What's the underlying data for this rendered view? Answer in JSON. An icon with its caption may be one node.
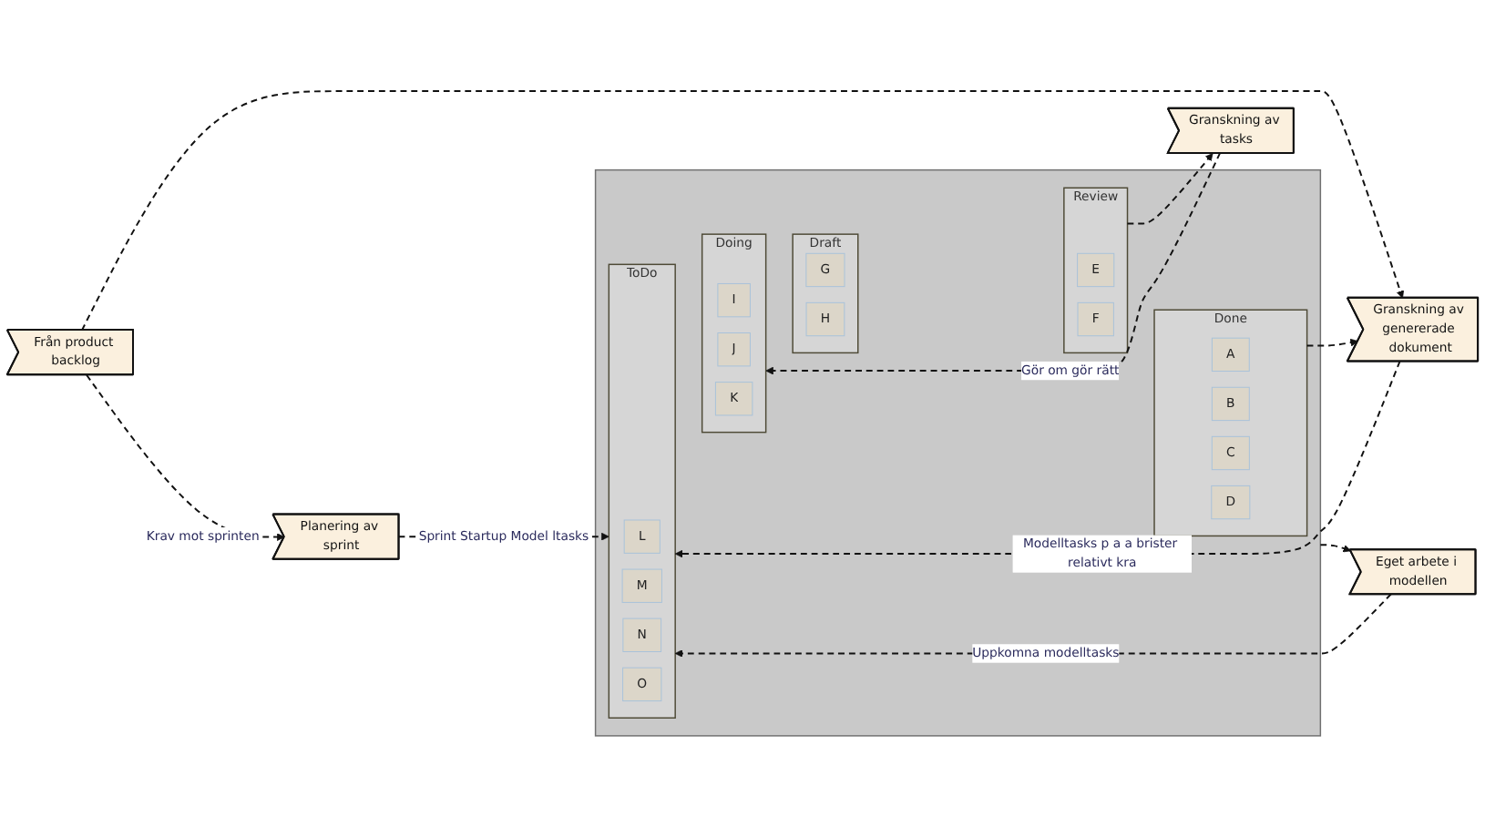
{
  "diagram": {
    "nodes": [
      {
        "text": [
          "Från product backlog"
        ]
      },
      {
        "text": [
          "Planering av sprint"
        ]
      },
      {
        "text": [
          "Granskning av tasks"
        ]
      },
      {
        "text": [],
        "shape": "box"
      },
      {
        "text": [
          "ToDo"
        ],
        "in": 3
      },
      {
        "text": [
          "L"
        ],
        "in": 4
      },
      {
        "text": [
          "M"
        ],
        "in": 4
      },
      {
        "text": [
          "N"
        ],
        "in": 4
      },
      {
        "text": [
          "O"
        ],
        "in": 4
      },
      {
        "text": [
          "Doing"
        ],
        "in": 3
      },
      {
        "text": [
          "I"
        ],
        "in": 9
      },
      {
        "text": [
          "J"
        ],
        "in": 9
      },
      {
        "text": [
          "K"
        ],
        "in": 9
      },
      {
        "text": [
          "Draft"
        ],
        "in": 3
      },
      {
        "text": [
          "G"
        ],
        "in": 13
      },
      {
        "text": [
          "H"
        ],
        "in": 13
      },
      {
        "text": [
          "Review"
        ],
        "in": 3
      },
      {
        "text": [
          "E"
        ],
        "in": 16
      },
      {
        "text": [
          "F"
        ],
        "in": 16
      },
      {
        "text": [
          "Done"
        ],
        "in": 3
      },
      {
        "text": [
          "A"
        ],
        "in": 19
      },
      {
        "text": [
          "B"
        ],
        "in": 19
      },
      {
        "text": [
          "C"
        ],
        "in": 19
      },
      {
        "text": [
          "D"
        ],
        "in": 19
      },
      {
        "text": [
          "Granskning av genererade dokument"
        ]
      },
      {
        "text": [
          "Eget arbete i modellen"
        ]
      }
    ],
    "edges": [
      {
        "from": 0,
        "to": 1,
        "arrow": "to",
        "label": "Krav mot sprinten",
        "style": "dashed"
      },
      {
        "from": 0,
        "to": 24,
        "arrow": "to",
        "style": "dashed"
      },
      {
        "from": 1,
        "to": 4,
        "arrow": "to",
        "label": "Sprint Startup Model ltasks",
        "style": "dashed"
      },
      {
        "from": 2,
        "to": 9,
        "arrow": "to",
        "label": "Gör om gör rätt",
        "style": "dashed"
      },
      {
        "from": 16,
        "to": 2,
        "arrow": "to",
        "style": "dashed"
      },
      {
        "from": 19,
        "to": 24,
        "arrow": "to",
        "style": "dashed"
      },
      {
        "from": 24,
        "to": 4,
        "arrow": "to",
        "label": "Modelltasks p a a brister relativt kra",
        "style": "dashed"
      },
      {
        "from": 3,
        "to": 25,
        "arrow": "to",
        "style": "dashed"
      },
      {
        "from": 25,
        "to": 4,
        "arrow": "to",
        "label": "Uppkomna modelltasks",
        "style": "dashed"
      }
    ]
  }
}
